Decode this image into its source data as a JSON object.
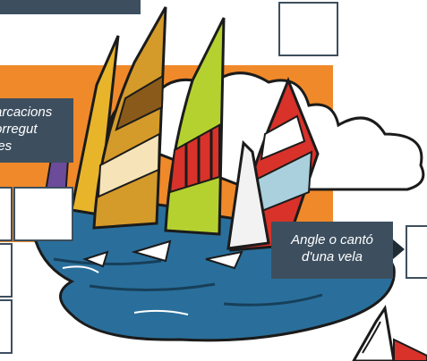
{
  "labels": {
    "top": "",
    "left_lines": [
      "arcacions",
      "orregut",
      "ies"
    ],
    "right_lines": [
      "Angle o cantó",
      "d'una vela"
    ]
  },
  "icons": {
    "pointer": "triangle-right-icon"
  },
  "colors": {
    "label_bg": "#3d4f5f",
    "label_text": "#ffffff",
    "orange": "#f0892a",
    "water": "#2a6f9b",
    "outline": "#1b1b1b"
  }
}
